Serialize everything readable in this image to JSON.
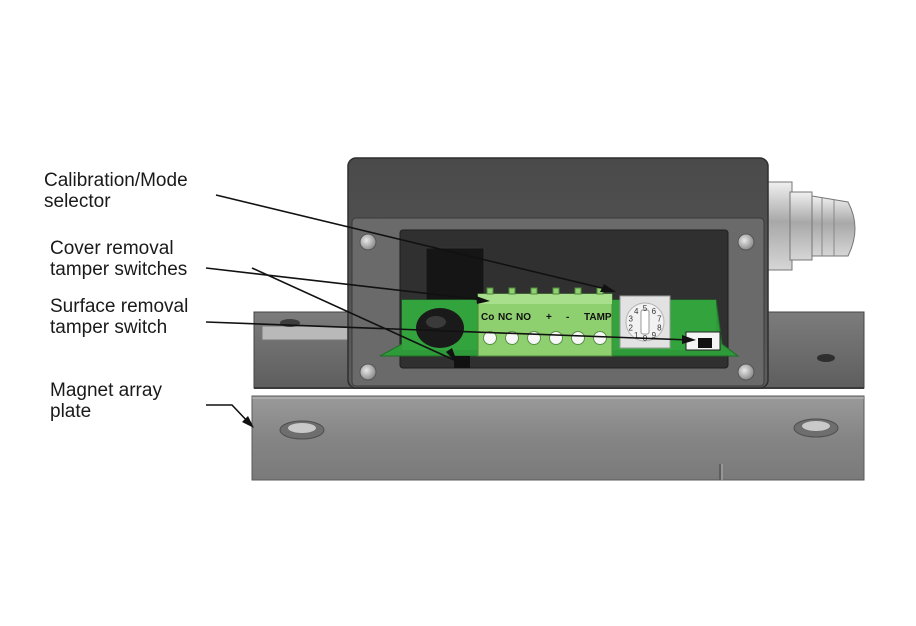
{
  "callouts": {
    "calibration": "Calibration/Mode\nselector",
    "cover_tamper": "Cover removal\ntamper switches",
    "surface_tamper": "Surface removal\ntamper switch",
    "magnet_plate": "Magnet array\nplate"
  },
  "terminal_labels": {
    "co": "Co",
    "nc": "NC",
    "no": "NO",
    "plus": "+",
    "minus": "-",
    "tamp": "TAMP"
  },
  "selector_digits": [
    "0",
    "1",
    "2",
    "3",
    "4",
    "5",
    "6",
    "7",
    "8",
    "9"
  ],
  "colors": {
    "housing": "#5b5b5b",
    "pcb": "#2f9a3a",
    "terminal_block": "#8ed06f",
    "plate": "#8a8a8a",
    "mounting_bar": "#6a6a6a",
    "leader_line": "#111111"
  }
}
